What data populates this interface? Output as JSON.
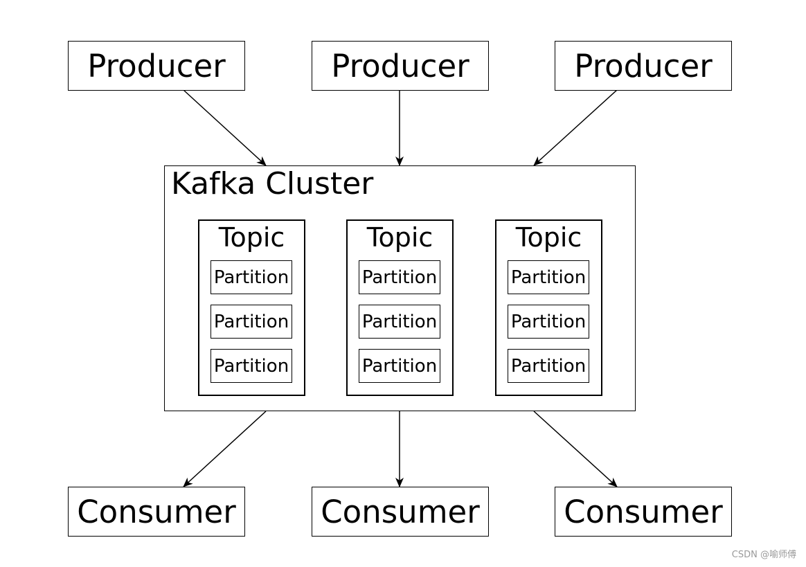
{
  "producers": [
    {
      "label": "Producer"
    },
    {
      "label": "Producer"
    },
    {
      "label": "Producer"
    }
  ],
  "cluster": {
    "title": "Kafka Cluster",
    "topics": [
      {
        "title": "Topic",
        "partitions": [
          "Partition",
          "Partition",
          "Partition"
        ]
      },
      {
        "title": "Topic",
        "partitions": [
          "Partition",
          "Partition",
          "Partition"
        ]
      },
      {
        "title": "Topic",
        "partitions": [
          "Partition",
          "Partition",
          "Partition"
        ]
      }
    ]
  },
  "consumers": [
    {
      "label": "Consumer"
    },
    {
      "label": "Consumer"
    },
    {
      "label": "Consumer"
    }
  ],
  "watermark": "CSDN @喻师傅",
  "colors": {
    "stroke": "#000000",
    "background": "#ffffff",
    "watermark": "#9a9a9a"
  }
}
